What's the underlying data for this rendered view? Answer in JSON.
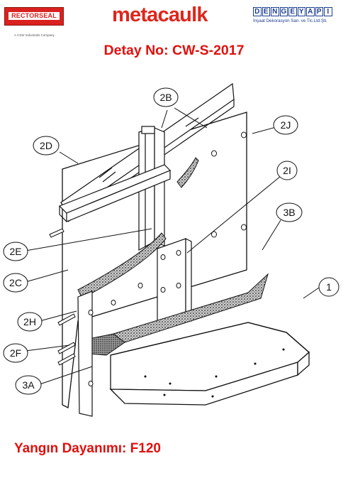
{
  "header": {
    "rectorseal": {
      "name": "RECTORSEAL",
      "tagline": "A CSW Industrials Company"
    },
    "metacaulk": {
      "name": "metacaulk"
    },
    "dengeyapi": {
      "name": "DENGEYAPI",
      "subtitle": "İnşaat Dekorasyon San. ve Tic.Ltd.Şti."
    }
  },
  "title": "Detay No: CW-S-2017",
  "diagram": {
    "labels": [
      "2B",
      "2J",
      "2D",
      "2I",
      "3B",
      "2E",
      "2C",
      "1",
      "2H",
      "2F",
      "3A"
    ]
  },
  "footer": {
    "fire_rating": "Yangın Dayanımı: F120"
  },
  "colors": {
    "title_red": "#e0110f",
    "brand_red": "#e0251b",
    "brand_blue": "#1c3e8f"
  }
}
